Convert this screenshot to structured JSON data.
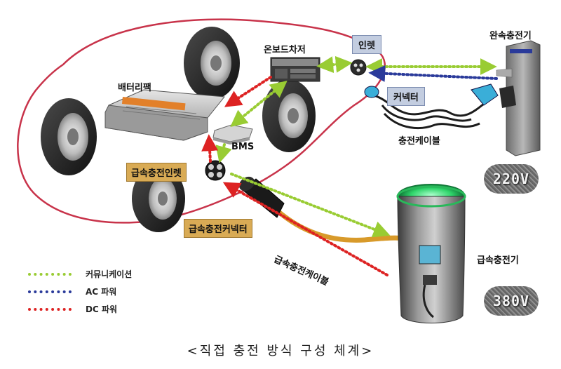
{
  "diagram": {
    "components": {
      "battery_pack": "배터리팩",
      "onboard_charger": "온보드차저",
      "inlet": "인렛",
      "slow_charger": "완속충전기",
      "connector": "커넥터",
      "charging_cable": "충전케이블",
      "bms": "BMS",
      "fast_inlet": "급속충전인렛",
      "fast_connector": "급속충전커넥터",
      "fast_cable": "급속충전케이블",
      "fast_charger": "급속충전기"
    },
    "voltages": {
      "slow": "220V",
      "fast": "380V"
    }
  },
  "legend": [
    {
      "label": "커뮤니케이션",
      "color": "#99cc33"
    },
    {
      "label": "AC 파워",
      "color": "#2a3a9a"
    },
    {
      "label": "DC 파워",
      "color": "#dd2222"
    }
  ],
  "colors": {
    "communication": "#99cc33",
    "ac_power": "#2a3a9a",
    "dc_power": "#dd2222",
    "car_outline": "#c8334a",
    "cable_orange": "#d89a2a",
    "charger_glow": "#2fd46a"
  },
  "caption": "<직접 충전 방식 구성 체계>"
}
